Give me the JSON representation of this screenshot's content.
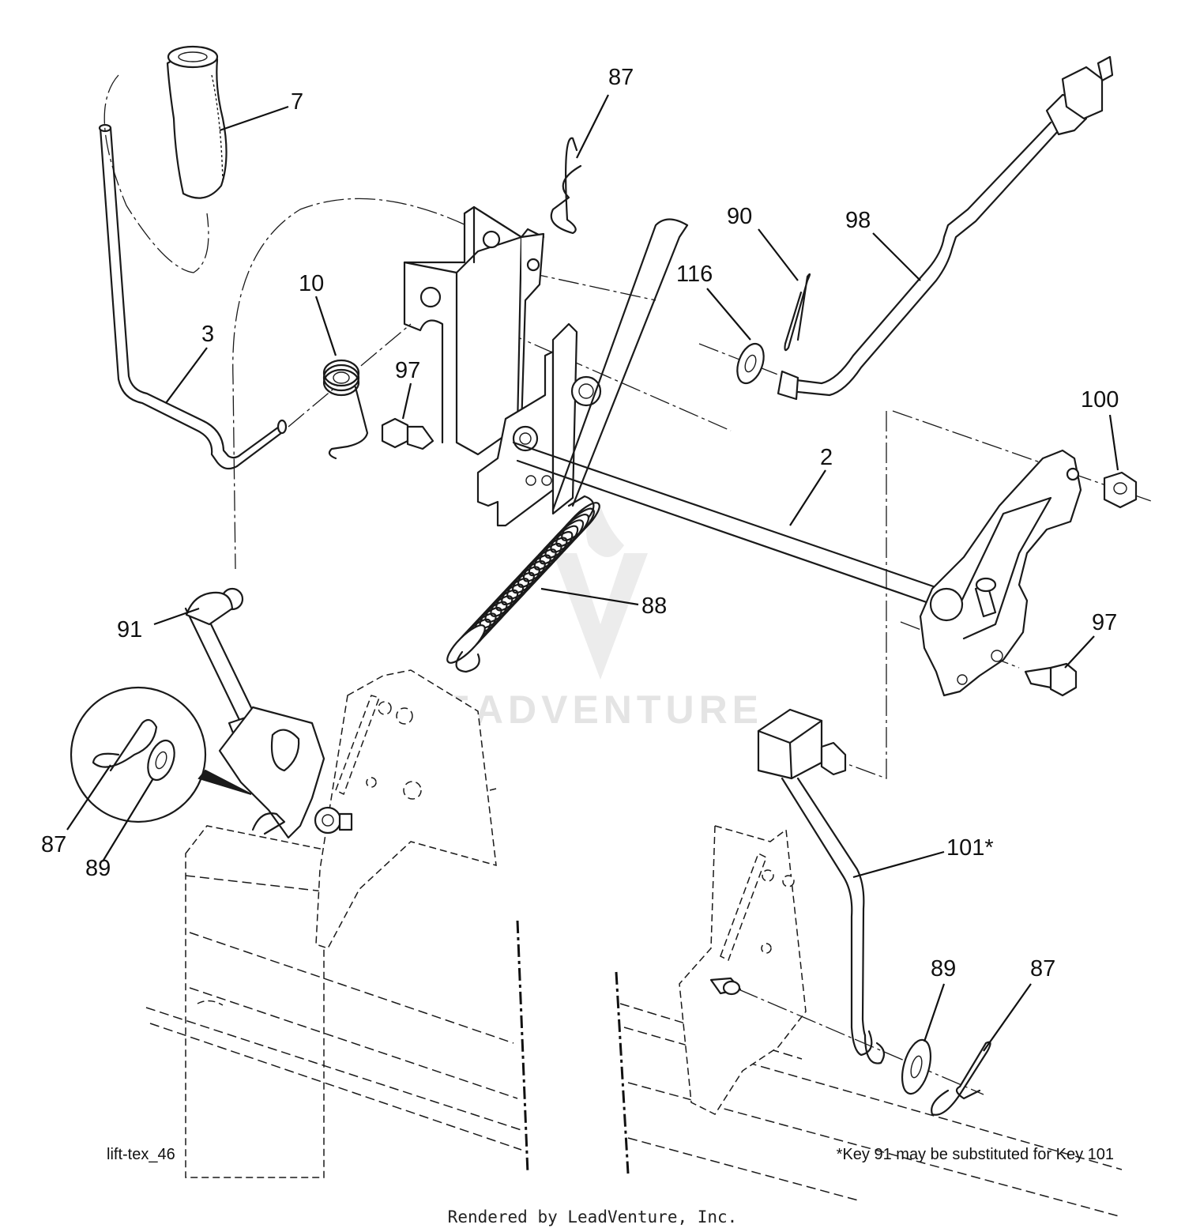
{
  "callouts": {
    "c7": "7",
    "c87_top": "87",
    "c90": "90",
    "c98": "98",
    "c116": "116",
    "c10": "10",
    "c3": "3",
    "c97_left": "97",
    "c100": "100",
    "c2": "2",
    "c88": "88",
    "c97_right": "97",
    "c91": "91",
    "c87_detail": "87",
    "c89_detail": "89",
    "c101": "101*",
    "c89_bottom": "89",
    "c87_bottom": "87"
  },
  "drawing_id": "lift-tex_46",
  "footnote": "*Key 91 may be substituted for Key 101",
  "rendered_by": "Rendered by LeadVenture, Inc.",
  "watermark": "LEADVENTURE",
  "colors": {
    "line": "#1a1a1a",
    "background": "#ffffff",
    "watermark": "#e4e4e4"
  }
}
